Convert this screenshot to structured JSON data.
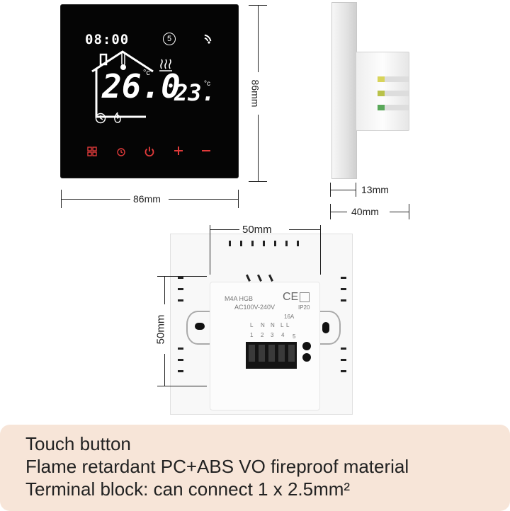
{
  "front_panel": {
    "clock": "08:00",
    "indoor_temp": "26.0",
    "indoor_unit": "°c",
    "set_temp": "23.",
    "set_unit": "°c",
    "program_number": "5"
  },
  "dimensions": {
    "front_width": "86mm",
    "front_height": "86mm",
    "side_plate_depth": "13mm",
    "side_total_depth": "40mm",
    "back_box_width": "50mm",
    "back_box_height": "50mm"
  },
  "back_label": {
    "model": "M4A HGB",
    "ce": "CE",
    "voltage": "AC100V-240V",
    "ip": "IP20",
    "current": "16A",
    "terminals": [
      "L",
      "N",
      "N",
      "L",
      "L"
    ],
    "numbers": [
      "1",
      "2",
      "3",
      "4",
      "5"
    ]
  },
  "info": {
    "line1": "Touch button",
    "line2": "Flame retardant PC+ABS VO fireproof material",
    "line3": "Terminal block: can connect 1 x 2.5mm²"
  },
  "colors": {
    "touch_icons": "#e03a3a",
    "info_background": "#f7e5d8"
  }
}
